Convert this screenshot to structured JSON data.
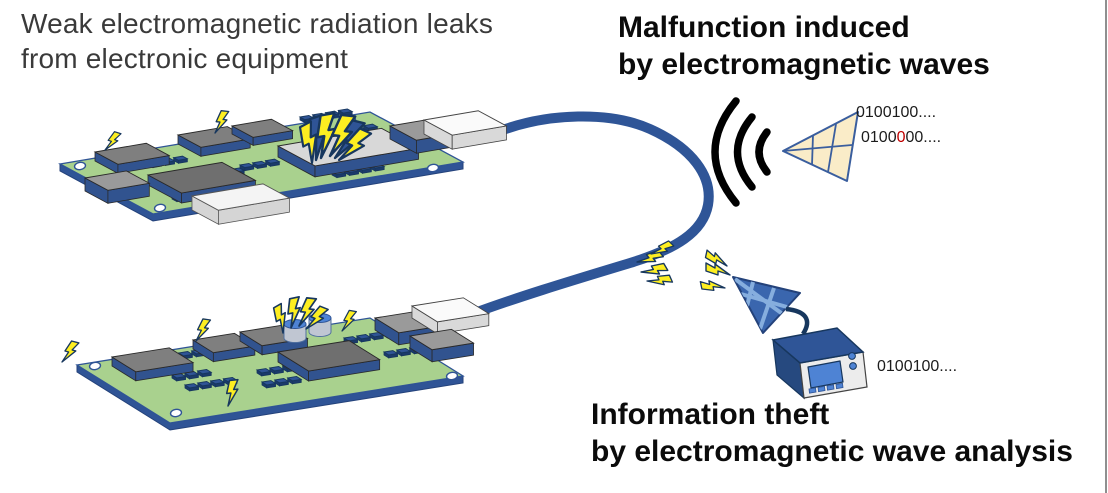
{
  "captions": {
    "leak": {
      "line1": "Weak electromagnetic radiation leaks",
      "line2": "from electronic equipment"
    },
    "malfunction": {
      "line1": "Malfunction induced",
      "line2": "by electromagnetic waves"
    },
    "theft": {
      "line1": "Information theft",
      "line2": "by electromagnetic wave analysis"
    }
  },
  "binary": {
    "malfunction_line1": "0100100....",
    "malfunction_line2_prefix": "0100",
    "malfunction_line2_error": "0",
    "malfunction_line2_suffix": "00....",
    "theft_line": "0100100...."
  },
  "icons": {
    "boards": "circuit-board-icon",
    "cable": "usb-cable-icon",
    "emission": "lightning-bolt-icon",
    "waves": "sound-waves-icon",
    "plane": "paper-plane-icon",
    "antenna": "horn-antenna-icon",
    "analyzer": "oscilloscope-icon"
  },
  "colors": {
    "pcb_green": "#a9d18e",
    "cable_blue": "#2f5597",
    "lightning_yellow": "#fdee21",
    "dark_navy": "#17375e",
    "chip_gray": "#7f7f7f",
    "component_blue": "#2f5496",
    "screen_blue": "#4e83d4",
    "plane_cream": "#faecc8",
    "antenna_blue": "#3a66ae",
    "binary_error_red": "#c00000",
    "frame_gray": "#8f8f8f"
  }
}
